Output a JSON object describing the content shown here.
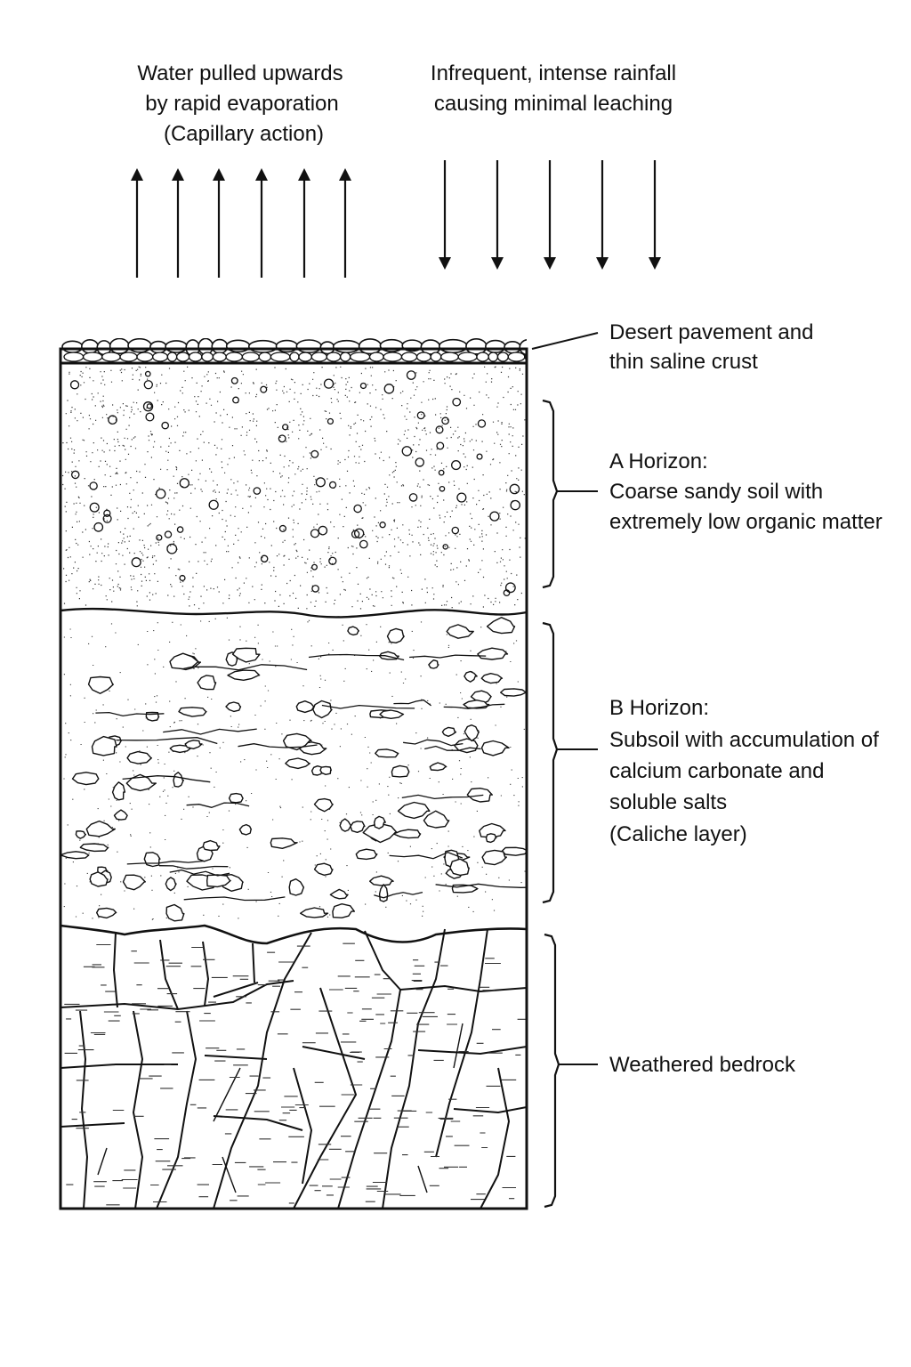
{
  "processes": {
    "evaporation": {
      "lines": [
        "Water pulled upwards",
        "by rapid evaporation",
        "(Capillary action)"
      ]
    },
    "rainfall": {
      "lines": [
        "Infrequent, intense rainfall",
        "causing minimal leaching"
      ]
    }
  },
  "layers": [
    {
      "id": "pavement",
      "lines": [
        "Desert pavement and",
        "thin saline crust"
      ]
    },
    {
      "id": "a-horizon",
      "lines": [
        "A Horizon:",
        "Coarse sandy soil with",
        "extremely low organic matter"
      ]
    },
    {
      "id": "b-horizon",
      "lines": [
        "B Horizon:",
        "Subsoil with accumulation of",
        "calcium carbonate and",
        "soluble salts",
        "(Caliche layer)"
      ]
    },
    {
      "id": "bedrock",
      "lines": [
        "Weathered bedrock"
      ]
    }
  ]
}
